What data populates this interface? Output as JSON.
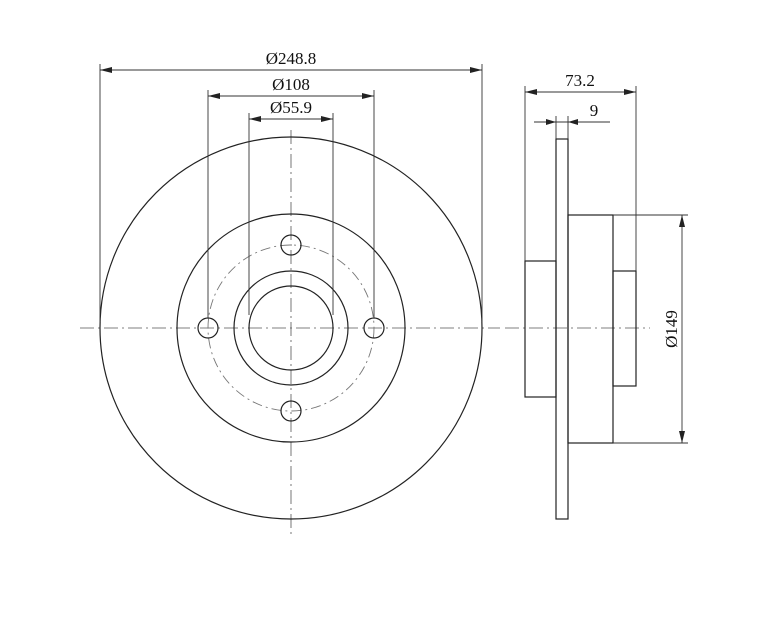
{
  "dimensions": {
    "outer_diameter": "Ø248.8",
    "hub_diameter": "Ø108",
    "bore_diameter": "Ø55.9",
    "overall_width": "73.2",
    "disc_thickness": "9",
    "hat_diameter": "Ø149"
  },
  "colors": {
    "line": "#222222",
    "center_line": "#555555",
    "background": "#ffffff"
  }
}
